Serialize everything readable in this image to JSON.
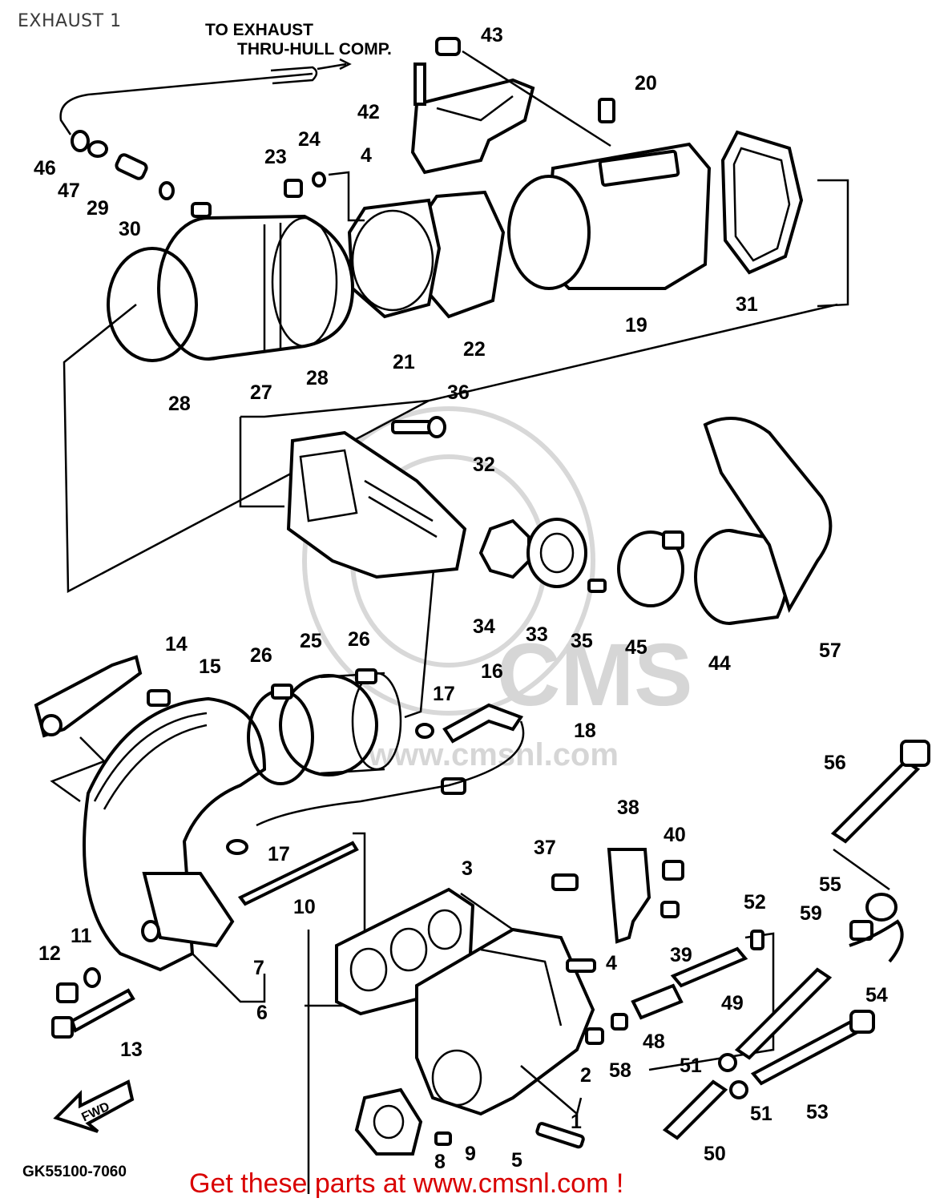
{
  "page": {
    "title": "EXHAUST 1",
    "diagram_code": "GK55100-7060",
    "footer_cta": "Get these parts at www.cmsnl.com !"
  },
  "annotations": {
    "to_exhaust_line1": "TO EXHAUST",
    "to_exhaust_line2": "THRU-HULL COMP.",
    "fwd": "FWD"
  },
  "watermark": {
    "brand": "CMS",
    "url": "www.cmsnl.com"
  },
  "callouts": [
    {
      "id": "c43",
      "label": "43"
    },
    {
      "id": "c20",
      "label": "20"
    },
    {
      "id": "c42",
      "label": "42"
    },
    {
      "id": "c4a",
      "label": "4"
    },
    {
      "id": "c24",
      "label": "24"
    },
    {
      "id": "c23",
      "label": "23"
    },
    {
      "id": "c46",
      "label": "46"
    },
    {
      "id": "c47",
      "label": "47"
    },
    {
      "id": "c29",
      "label": "29"
    },
    {
      "id": "c30",
      "label": "30"
    },
    {
      "id": "c31",
      "label": "31"
    },
    {
      "id": "c19",
      "label": "19"
    },
    {
      "id": "c22",
      "label": "22"
    },
    {
      "id": "c21",
      "label": "21"
    },
    {
      "id": "c28a",
      "label": "28"
    },
    {
      "id": "c27",
      "label": "27"
    },
    {
      "id": "c28b",
      "label": "28"
    },
    {
      "id": "c36",
      "label": "36"
    },
    {
      "id": "c32",
      "label": "32"
    },
    {
      "id": "c34",
      "label": "34"
    },
    {
      "id": "c33",
      "label": "33"
    },
    {
      "id": "c35",
      "label": "35"
    },
    {
      "id": "c45",
      "label": "45"
    },
    {
      "id": "c44",
      "label": "44"
    },
    {
      "id": "c57",
      "label": "57"
    },
    {
      "id": "c14",
      "label": "14"
    },
    {
      "id": "c15",
      "label": "15"
    },
    {
      "id": "c26a",
      "label": "26"
    },
    {
      "id": "c25",
      "label": "25"
    },
    {
      "id": "c26b",
      "label": "26"
    },
    {
      "id": "c16",
      "label": "16"
    },
    {
      "id": "c17a",
      "label": "17"
    },
    {
      "id": "c18",
      "label": "18"
    },
    {
      "id": "c56",
      "label": "56"
    },
    {
      "id": "c38",
      "label": "38"
    },
    {
      "id": "c40",
      "label": "40"
    },
    {
      "id": "c37",
      "label": "37"
    },
    {
      "id": "c17b",
      "label": "17"
    },
    {
      "id": "c10",
      "label": "10"
    },
    {
      "id": "c3",
      "label": "3"
    },
    {
      "id": "c55",
      "label": "55"
    },
    {
      "id": "c59",
      "label": "59"
    },
    {
      "id": "c52",
      "label": "52"
    },
    {
      "id": "c39",
      "label": "39"
    },
    {
      "id": "c4b",
      "label": "4"
    },
    {
      "id": "c12",
      "label": "12"
    },
    {
      "id": "c11",
      "label": "11"
    },
    {
      "id": "c7",
      "label": "7"
    },
    {
      "id": "c6",
      "label": "6"
    },
    {
      "id": "c54",
      "label": "54"
    },
    {
      "id": "c49",
      "label": "49"
    },
    {
      "id": "c13",
      "label": "13"
    },
    {
      "id": "c48",
      "label": "48"
    },
    {
      "id": "c2",
      "label": "2"
    },
    {
      "id": "c58",
      "label": "58"
    },
    {
      "id": "c51a",
      "label": "51"
    },
    {
      "id": "c53",
      "label": "53"
    },
    {
      "id": "c1",
      "label": "1"
    },
    {
      "id": "c51b",
      "label": "51"
    },
    {
      "id": "c9",
      "label": "9"
    },
    {
      "id": "c8",
      "label": "8"
    },
    {
      "id": "c5",
      "label": "5"
    },
    {
      "id": "c50",
      "label": "50"
    }
  ]
}
